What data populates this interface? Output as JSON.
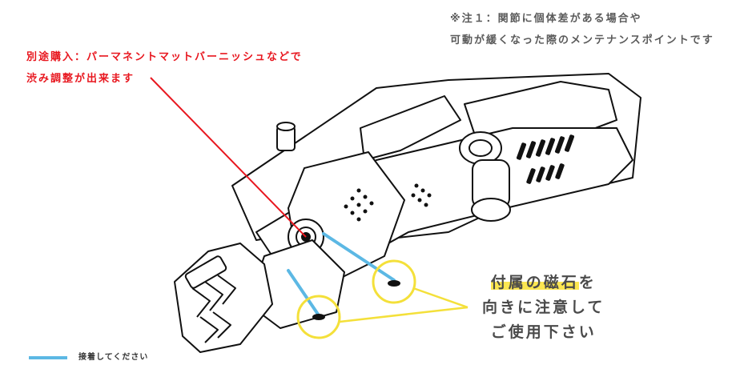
{
  "notes": {
    "top_line1": "※注１：関節に個体差がある場合や",
    "top_line2": "可動が緩くなった際のメンテナンスポイントです",
    "red_line1": "別途購入：パーマネントマットバーニッシュなどで",
    "red_line2": "渋み調整が出来ます"
  },
  "magnet_note": {
    "line1_highlight": "付属の磁石",
    "line1_rest": "を",
    "line2": "向きに注意して",
    "line3": "ご使用下さい"
  },
  "legend": {
    "label": "接着してください"
  },
  "colors": {
    "red": "#e8171f",
    "blue": "#5cb8e4",
    "yellow": "#f4e03a",
    "highlight": "#fbe651",
    "text_gray": "#5a5a5a"
  }
}
